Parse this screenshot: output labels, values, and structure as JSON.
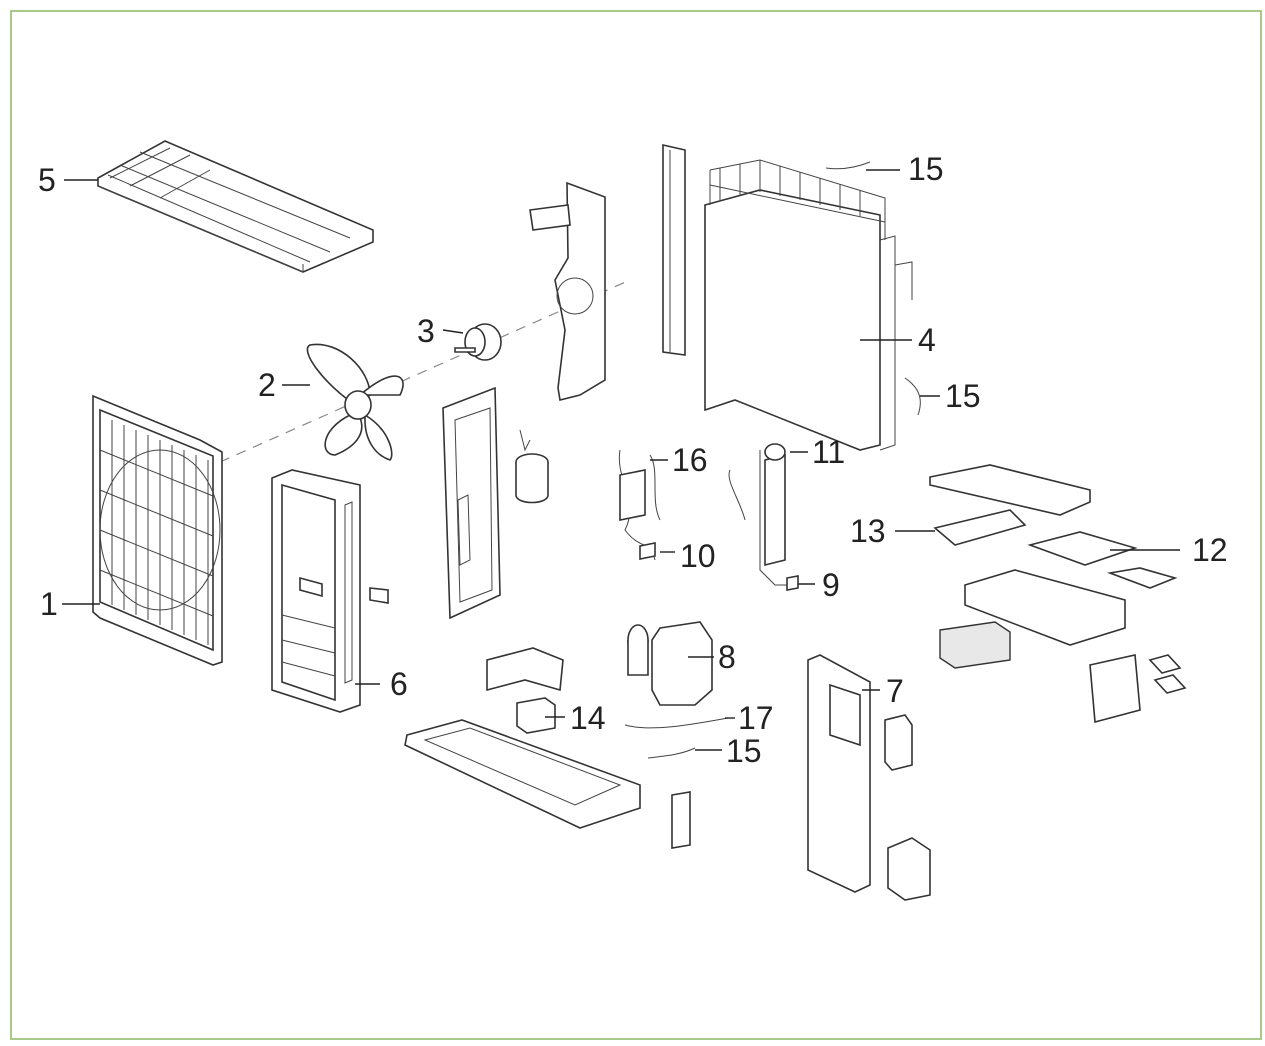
{
  "diagram": {
    "callouts": [
      {
        "id": "1",
        "text": "1"
      },
      {
        "id": "2",
        "text": "2"
      },
      {
        "id": "3",
        "text": "3"
      },
      {
        "id": "4",
        "text": "4"
      },
      {
        "id": "5",
        "text": "5"
      },
      {
        "id": "6",
        "text": "6"
      },
      {
        "id": "7",
        "text": "7"
      },
      {
        "id": "8",
        "text": "8"
      },
      {
        "id": "9",
        "text": "9"
      },
      {
        "id": "10",
        "text": "10"
      },
      {
        "id": "11",
        "text": "11"
      },
      {
        "id": "12",
        "text": "12"
      },
      {
        "id": "13",
        "text": "13"
      },
      {
        "id": "14",
        "text": "14"
      },
      {
        "id": "15a",
        "text": "15"
      },
      {
        "id": "15b",
        "text": "15"
      },
      {
        "id": "15c",
        "text": "15"
      },
      {
        "id": "16",
        "text": "16"
      },
      {
        "id": "17",
        "text": "17"
      }
    ],
    "border_color": "#a9c98a"
  }
}
